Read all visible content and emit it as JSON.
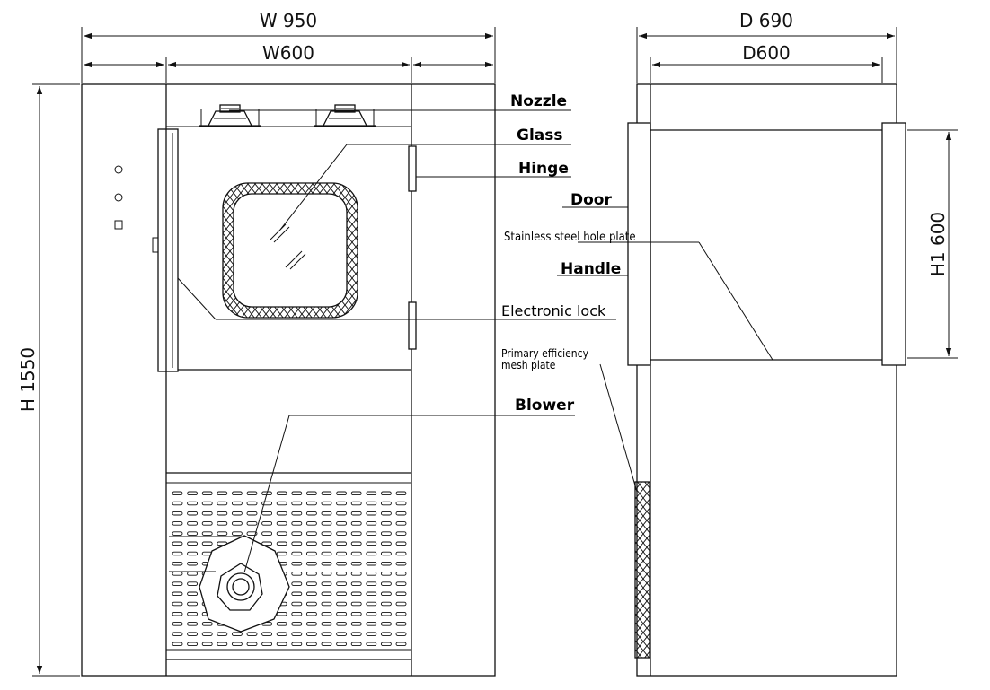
{
  "dimensions": {
    "front_overall_width": "W 950",
    "front_inner_width": "W600",
    "overall_height": "H 1550",
    "side_overall_depth": "D  690",
    "side_inner_depth": "D600",
    "chamber_height": "H1 600"
  },
  "labels": {
    "nozzle": "Nozzle",
    "glass": "Glass",
    "hinge": "Hinge",
    "door": "Door",
    "stainless_plate": "Stainless steel hole plate",
    "handle": "Handle",
    "electronic_lock": "Electronic lock",
    "primary_mesh_line1": "Primary efficiency",
    "primary_mesh_line2": "mesh plate",
    "blower": "Blower"
  }
}
